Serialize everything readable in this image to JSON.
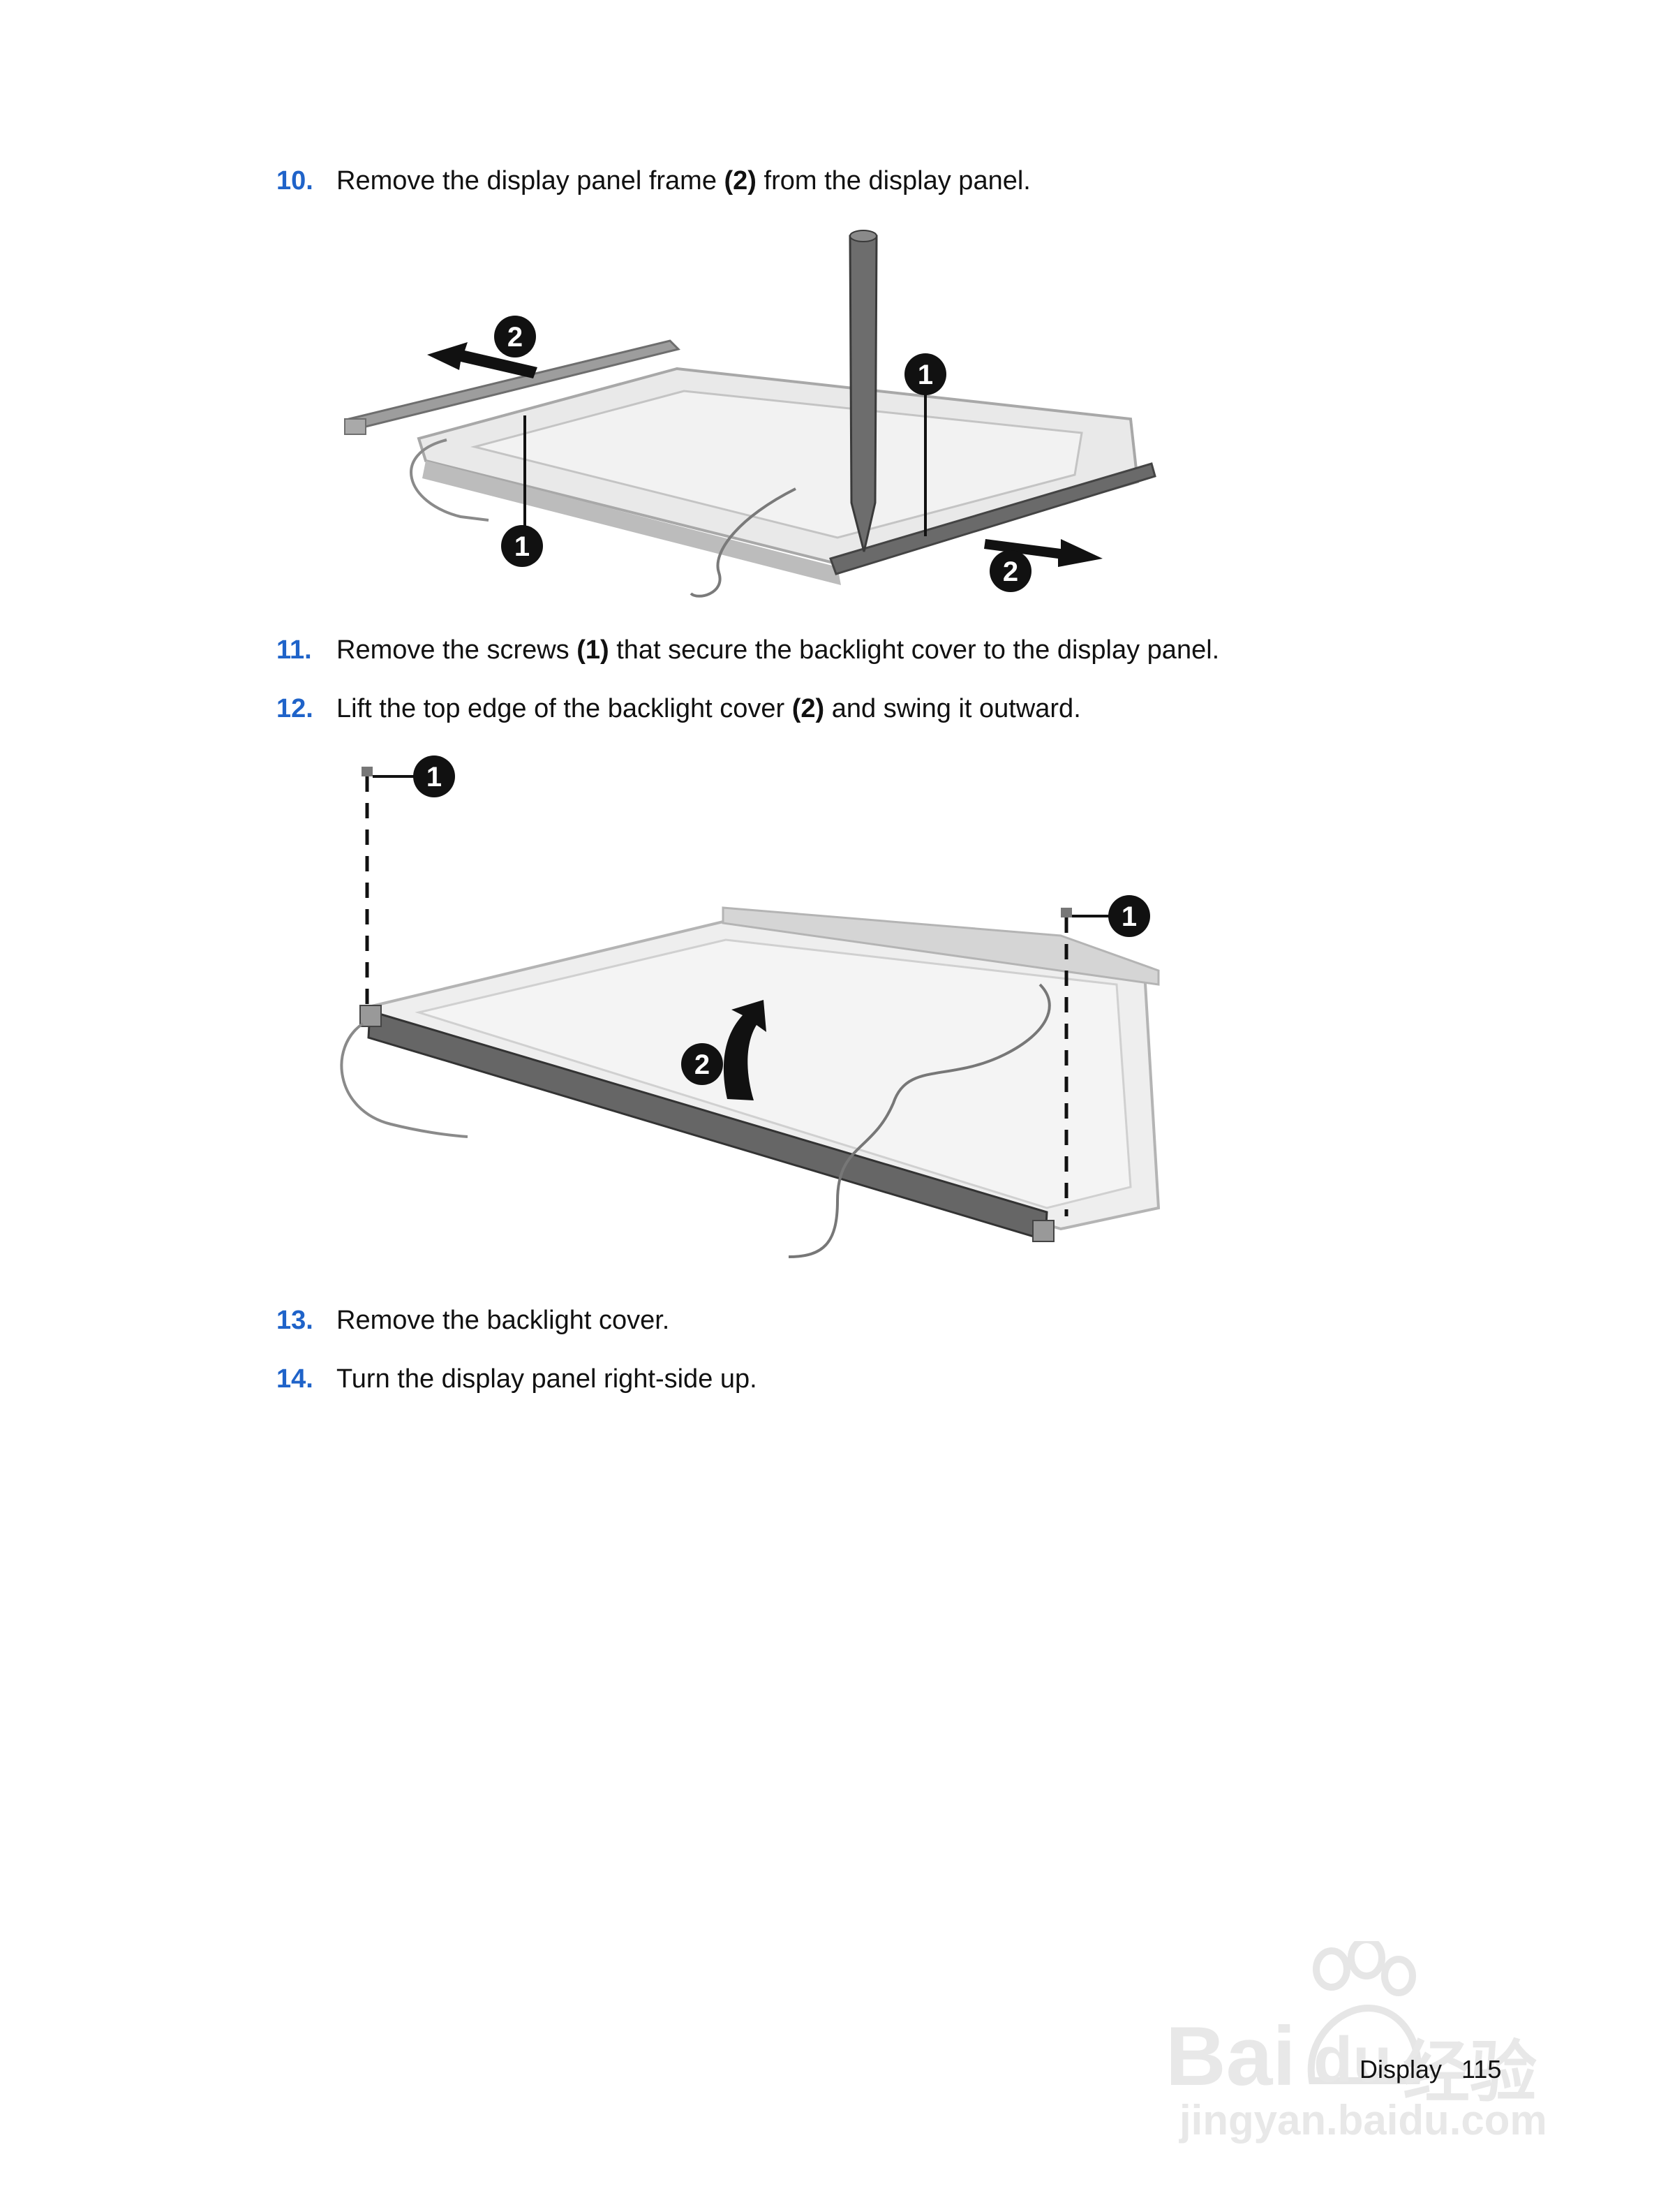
{
  "steps": [
    {
      "num": "10.",
      "pre": "Remove the display panel frame ",
      "bold": "(2)",
      "post": " from the display panel."
    },
    {
      "num": "11.",
      "pre": "Remove the screws ",
      "bold": "(1)",
      "post": " that secure the backlight cover to the display panel."
    },
    {
      "num": "12.",
      "pre": "Lift the top edge of the backlight cover ",
      "bold": "(2)",
      "post": " and swing it outward."
    },
    {
      "num": "13.",
      "pre": "Remove the backlight cover.",
      "bold": "",
      "post": ""
    },
    {
      "num": "14.",
      "pre": "Turn the display panel right-side up.",
      "bold": "",
      "post": ""
    }
  ],
  "figure1": {
    "callouts": [
      "1",
      "2",
      "1",
      "2"
    ]
  },
  "figure2": {
    "callouts": [
      "1",
      "1",
      "2"
    ]
  },
  "footer": {
    "section": "Display",
    "page": "115"
  },
  "watermark": {
    "brand_latin": "Bai",
    "brand_du": "du",
    "brand_cn": "经验",
    "url": "jingyan.baidu.com"
  },
  "colors": {
    "step_number": "#1f63c9",
    "text": "#111111"
  }
}
